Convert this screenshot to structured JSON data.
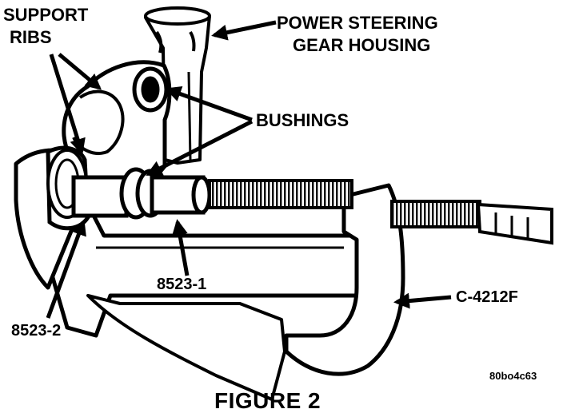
{
  "labels": {
    "support_ribs_line1": "SUPPORT",
    "support_ribs_line2": "RIBS",
    "power_steering_line1": "POWER STEERING",
    "power_steering_line2": "GEAR HOUSING",
    "bushings": "BUSHINGS",
    "part_8523_1": "8523-1",
    "part_8523_2": "8523-2",
    "part_c4212f": "C-4212F",
    "image_code": "80bo4c63",
    "figure_caption": "FIGURE 2"
  },
  "colors": {
    "ink": "#000000",
    "paper": "#ffffff"
  }
}
